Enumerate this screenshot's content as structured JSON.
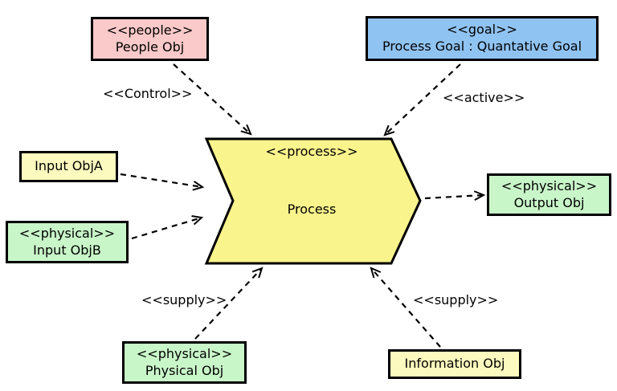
{
  "process": {
    "stereotype": "<<process>>",
    "name": "Process",
    "fill": "#faf48c",
    "stroke": "#000000"
  },
  "nodes": {
    "people": {
      "stereotype": "<<people>>",
      "name": "People Obj",
      "fill": "#fac9c9"
    },
    "goal": {
      "stereotype": "<<goal>>",
      "name": "Process Goal : Quantative Goal",
      "fill": "#8fc3f2"
    },
    "input_a": {
      "name": "Input ObjA",
      "fill": "#fcfabe"
    },
    "input_b": {
      "stereotype": "<<physical>>",
      "name": "Input ObjB",
      "fill": "#c9f6c9"
    },
    "output": {
      "stereotype": "<<physical>>",
      "name": "Output Obj",
      "fill": "#c9f6c9"
    },
    "physical": {
      "stereotype": "<<physical>>",
      "name": "Physical Obj",
      "fill": "#c9f6c9"
    },
    "information": {
      "name": "Information Obj",
      "fill": "#fcfabe"
    }
  },
  "edge_labels": {
    "control": "<<Control>>",
    "active": "<<active>>",
    "supply_left": "<<supply>>",
    "supply_right": "<<supply>>"
  },
  "edge_color": "#000000"
}
